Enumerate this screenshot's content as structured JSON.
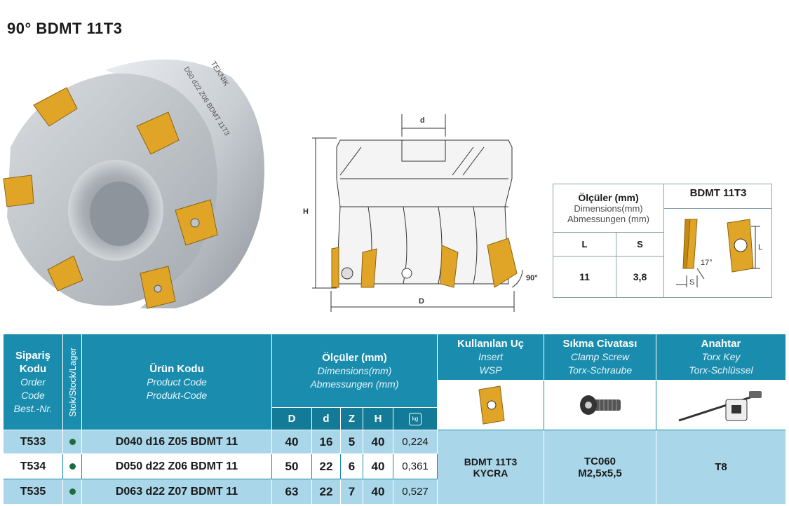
{
  "title": "90° BDMT 11T3",
  "photo": {
    "brand": "TEKNIK",
    "marking": "D50 d22 Z06 BDMT 11T3"
  },
  "drawing": {
    "label_d": "d",
    "label_H": "H",
    "label_D": "D",
    "label_angle": "90°"
  },
  "dims_box": {
    "title_tr": "Ölçüler (mm)",
    "title_en": "Dimensions(mm)",
    "title_de": "Abmessungen (mm)",
    "insert_name": "BDMT 11T3",
    "col_L": "L",
    "col_S": "S",
    "val_L": "11",
    "val_S": "3,8",
    "insert_angle": "17°",
    "insert_L": "L",
    "insert_S": "S"
  },
  "table": {
    "col_order_tr": "Sipariş Kodu",
    "col_order_en": "Order Code",
    "col_order_de": "Best.-Nr.",
    "col_stock": "Stok/Stock/Lager",
    "col_product_tr": "Ürün Kodu",
    "col_product_en": "Product Code",
    "col_product_de": "Produkt-Code",
    "col_dims_tr": "Ölçüler (mm)",
    "col_dims_en": "Dimensions(mm)",
    "col_dims_de": "Abmessungen (mm)",
    "sub_D": "D",
    "sub_d": "d",
    "sub_Z": "Z",
    "sub_H": "H",
    "weight_unit": "kg",
    "col_insert_tr": "Kullanılan Uç",
    "col_insert_en": "Insert",
    "col_insert_de": "WSP",
    "col_screw_tr": "Sıkma Civatası",
    "col_screw_en": "Clamp Screw",
    "col_screw_de": "Torx-Schraube",
    "col_key_tr": "Anahtar",
    "col_key_en": "Torx Key",
    "col_key_de": "Torx-Schlüssel",
    "rows": [
      {
        "order": "T533",
        "product": "D040 d16 Z05 BDMT 11",
        "D": "40",
        "d": "16",
        "Z": "5",
        "H": "40",
        "weight": "0,224"
      },
      {
        "order": "T534",
        "product": "D050 d22 Z06 BDMT 11",
        "D": "50",
        "d": "22",
        "Z": "6",
        "H": "40",
        "weight": "0,361"
      },
      {
        "order": "T535",
        "product": "D063 d22 Z07 BDMT 11",
        "D": "63",
        "d": "22",
        "Z": "7",
        "H": "40",
        "weight": "0,527"
      }
    ],
    "insert_line1": "BDMT 11T3",
    "insert_line2": "KYCRA",
    "screw_line1": "TC060",
    "screw_line2": "M2,5x5,5",
    "key_value": "T8"
  },
  "colors": {
    "header_teal": "#1a8dae",
    "row_light": "#a9d6e8",
    "insert_gold": "#e0a526",
    "stock_dot": "#1a6d3d"
  }
}
